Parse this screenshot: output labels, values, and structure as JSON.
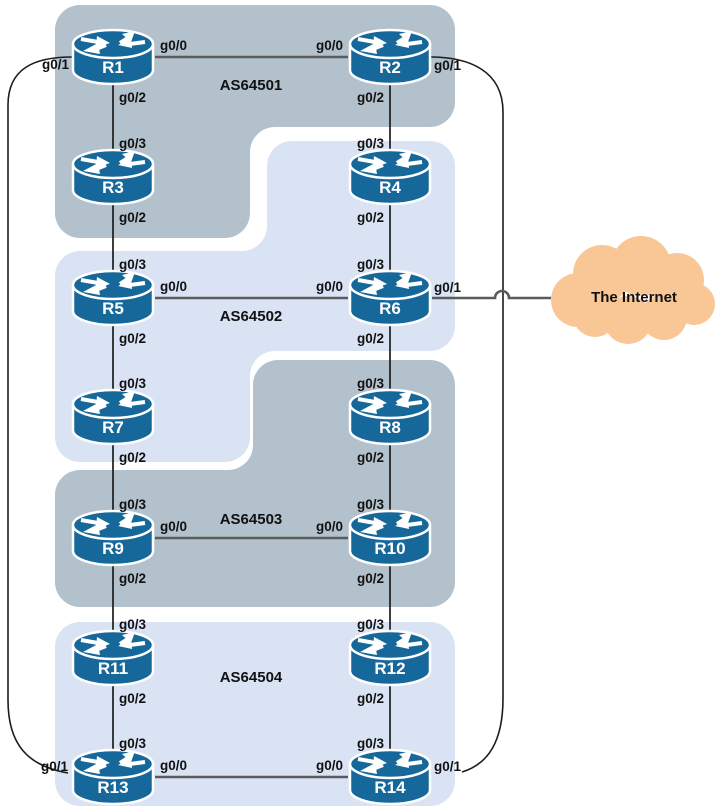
{
  "as_groups": [
    {
      "label": "AS64501"
    },
    {
      "label": "AS64502"
    },
    {
      "label": "AS64503"
    },
    {
      "label": "AS64504"
    }
  ],
  "cloud": {
    "label": "The Internet"
  },
  "colors": {
    "as_region_dark": "#b2c1cb",
    "as_region_light": "#d9e3f4",
    "router_body": "#16689b",
    "cloud_fill": "#f9c795",
    "link_gray": "#5b5b5b",
    "line_black": "#1c1c1c"
  },
  "routers": [
    {
      "name": "R1",
      "ifs": {
        "g00": "g0/0",
        "g01": "g0/1",
        "g02": "g0/2"
      }
    },
    {
      "name": "R2",
      "ifs": {
        "g00": "g0/0",
        "g01": "g0/1",
        "g02": "g0/2"
      }
    },
    {
      "name": "R3",
      "ifs": {
        "g03": "g0/3",
        "g02": "g0/2"
      }
    },
    {
      "name": "R4",
      "ifs": {
        "g03": "g0/3",
        "g02": "g0/2"
      }
    },
    {
      "name": "R5",
      "ifs": {
        "g03": "g0/3",
        "g00": "g0/0",
        "g02": "g0/2"
      }
    },
    {
      "name": "R6",
      "ifs": {
        "g03": "g0/3",
        "g00": "g0/0",
        "g01": "g0/1",
        "g02": "g0/2"
      }
    },
    {
      "name": "R7",
      "ifs": {
        "g03": "g0/3",
        "g02": "g0/2"
      }
    },
    {
      "name": "R8",
      "ifs": {
        "g03": "g0/3",
        "g02": "g0/2"
      }
    },
    {
      "name": "R9",
      "ifs": {
        "g03": "g0/3",
        "g00": "g0/0",
        "g02": "g0/2"
      }
    },
    {
      "name": "R10",
      "ifs": {
        "g03": "g0/3",
        "g00": "g0/0",
        "g02": "g0/2"
      }
    },
    {
      "name": "R11",
      "ifs": {
        "g03": "g0/3",
        "g02": "g0/2"
      }
    },
    {
      "name": "R12",
      "ifs": {
        "g03": "g0/3",
        "g02": "g0/2"
      }
    },
    {
      "name": "R13",
      "ifs": {
        "g03": "g0/3",
        "g00": "g0/0",
        "g01": "g0/1"
      }
    },
    {
      "name": "R14",
      "ifs": {
        "g03": "g0/3",
        "g00": "g0/0",
        "g01": "g0/1"
      }
    }
  ]
}
